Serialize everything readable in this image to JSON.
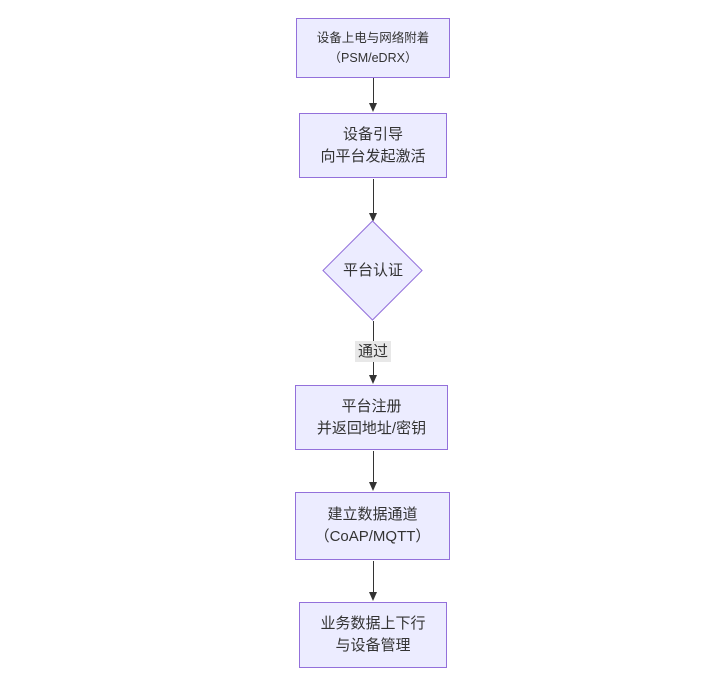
{
  "diagram": {
    "type": "flowchart",
    "direction": "top-down",
    "nodes": [
      {
        "id": "A",
        "shape": "rect",
        "lines": [
          "设备上电与网络附着",
          "（PSM/eDRX）"
        ]
      },
      {
        "id": "B",
        "shape": "rect",
        "lines": [
          "设备引导",
          "向平台发起激活"
        ]
      },
      {
        "id": "C",
        "shape": "diamond",
        "lines": [
          "平台认证"
        ]
      },
      {
        "id": "D",
        "shape": "rect",
        "lines": [
          "平台注册",
          "并返回地址/密钥"
        ]
      },
      {
        "id": "E",
        "shape": "rect",
        "lines": [
          "建立数据通道",
          "（CoAP/MQTT）"
        ]
      },
      {
        "id": "F",
        "shape": "rect",
        "lines": [
          "业务数据上下行",
          "与设备管理"
        ]
      }
    ],
    "edges": [
      {
        "from": "A",
        "to": "B",
        "label": ""
      },
      {
        "from": "B",
        "to": "C",
        "label": ""
      },
      {
        "from": "C",
        "to": "D",
        "label": "通过"
      },
      {
        "from": "D",
        "to": "E",
        "label": ""
      },
      {
        "from": "E",
        "to": "F",
        "label": ""
      }
    ],
    "colors": {
      "node_fill": "#ECECFF",
      "node_border": "#9370DB",
      "edge_line": "#333333",
      "edge_label_bg": "#e8e8e8",
      "text": "#333333",
      "background": "#ffffff"
    }
  }
}
